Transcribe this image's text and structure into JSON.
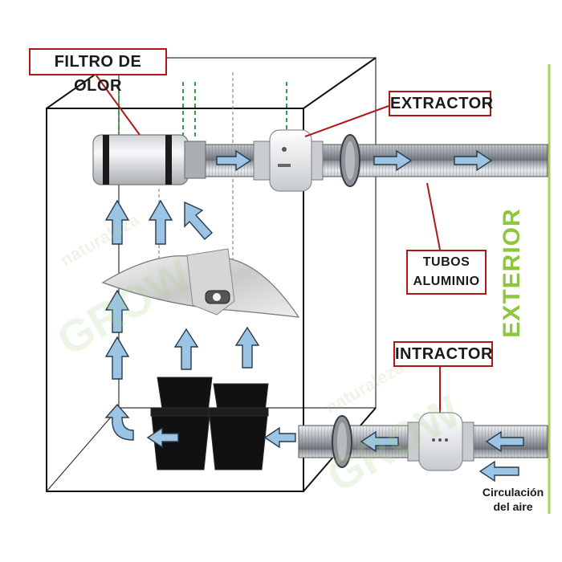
{
  "labels": {
    "filtro": "FILTRO DE OLOR",
    "extractor": "EXTRACTOR",
    "tubos_line1": "TUBOS",
    "tubos_line2": "ALUMINIO",
    "intractor": "INTRACTOR",
    "exterior": "EXTERIOR",
    "circulacion_line1": "Circulación",
    "circulacion_line2": "del aire"
  },
  "watermark": {
    "line1": "naturaleza",
    "line2": "GROW"
  },
  "colors": {
    "callout_border": "#b01818",
    "leader_line": "#b01818",
    "exterior_text": "#8ec63f",
    "divider_line": "#a8d060",
    "arrow_fill": "#9cc4e4",
    "arrow_stroke": "#2a3a4a",
    "tent_line": "#111111",
    "dashed_line": "#2e9e4a"
  }
}
